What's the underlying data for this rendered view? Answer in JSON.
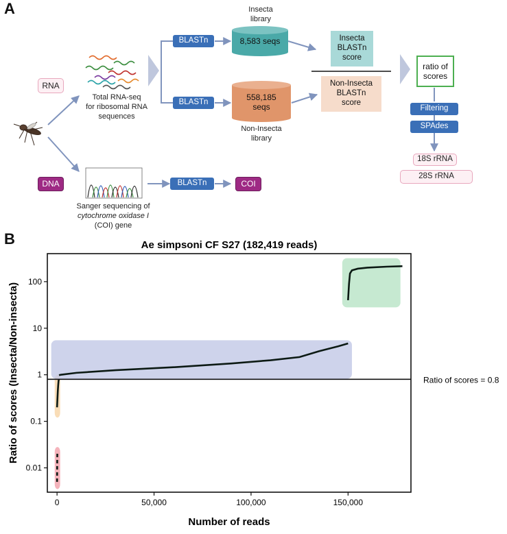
{
  "panel_a": {
    "letter": "A",
    "rna_label": "RNA",
    "dna_label": "DNA",
    "rnaseq_caption_lines": [
      "Total RNA-seq",
      "for ribosomal RNA",
      "sequences"
    ],
    "sanger_caption_line1": "Sanger sequencing of",
    "sanger_caption_line2": "cytochrome oxidase I",
    "sanger_caption_line3": "(COI) gene",
    "blastn_top": "BLASTn",
    "blastn_mid": "BLASTn",
    "blastn_bottom": "BLASTn",
    "insecta_lib_title_line1": "Insecta",
    "insecta_lib_title_line2": "library",
    "insecta_seqs": "8,583 seqs",
    "noninsecta_seqs_line1": "558,185",
    "noninsecta_seqs_line2": "seqs",
    "noninsecta_lib_line1": "Non-Insecta",
    "noninsecta_lib_line2": "library",
    "insecta_score_lines": [
      "Insecta",
      "BLASTn",
      "score"
    ],
    "noninsecta_score_lines": [
      "Non-Insecta",
      "BLASTn",
      "score"
    ],
    "ratio_lines": [
      "ratio of",
      "scores"
    ],
    "filtering": "Filtering",
    "spades": "SPAdes",
    "rrna_18s": "18S rRNA",
    "rrna_28s": "28S rRNA",
    "coi": "COI",
    "colors": {
      "blast": "#3a6fb7",
      "teal_cyl": "#4aa9a8",
      "orange_cyl": "#e0956a",
      "insecta_score_bg": "#a9d9d8",
      "noninsecta_score_bg": "#f6dccb",
      "ratio_border": "#4caf50",
      "arrow": "#8094bd",
      "magenta": "#9e2a84"
    }
  },
  "panel_b": {
    "letter": "B",
    "threshold_note": "Ratio of scores = 0.8"
  },
  "chart_data": {
    "type": "line",
    "title": "Ae simpsoni CF S27 (182,419 reads)",
    "xlabel": "Number of reads",
    "ylabel": "Ratio of scores (Insecta/Non-insecta)",
    "y_scale": "log",
    "xlim": [
      -5000,
      182419
    ],
    "ylim": [
      0.003,
      400
    ],
    "x_ticks": [
      0,
      50000,
      100000,
      150000
    ],
    "x_tick_labels": [
      "0",
      "50,000",
      "100,000",
      "150,000"
    ],
    "y_ticks": [
      0.01,
      0.1,
      1,
      10,
      100
    ],
    "y_tick_labels": [
      "0.01",
      "0.1",
      "1",
      "10",
      "100"
    ],
    "threshold": 0.8,
    "series": [
      {
        "x": [
          0,
          20,
          40,
          60,
          80,
          100,
          120,
          150
        ],
        "y": [
          0.005,
          0.006,
          0.008,
          0.01,
          0.012,
          0.015,
          0.018,
          0.022
        ]
      },
      {
        "x": [
          0,
          200,
          400,
          600,
          800,
          1000
        ],
        "y": [
          0.2,
          0.3,
          0.45,
          0.6,
          0.75,
          0.8
        ]
      },
      {
        "x": [
          1000,
          2000,
          10000,
          30000,
          60000,
          90000,
          110000,
          125000,
          135000,
          145000,
          150000
        ],
        "y": [
          0.98,
          1.0,
          1.1,
          1.25,
          1.45,
          1.75,
          2.05,
          2.4,
          3.2,
          4.1,
          4.7
        ]
      },
      {
        "x": [
          150000,
          150500,
          151000,
          152000,
          155000,
          160000,
          170000,
          178000
        ],
        "y": [
          40,
          90,
          150,
          175,
          190,
          200,
          210,
          215
        ]
      }
    ],
    "highlights": [
      {
        "x": [
          -1200,
          1600
        ],
        "y": [
          0.0035,
          0.028
        ],
        "color": "#f2a0aa"
      },
      {
        "x": [
          -1200,
          1600
        ],
        "y": [
          0.12,
          1.0
        ],
        "color": "#f8d5a5"
      },
      {
        "x": [
          -3000,
          152000
        ],
        "y": [
          0.82,
          5.5
        ],
        "color": "#c2c8e6"
      },
      {
        "x": [
          147000,
          177000
        ],
        "y": [
          28,
          320
        ],
        "color": "#b8e4c6"
      }
    ]
  }
}
